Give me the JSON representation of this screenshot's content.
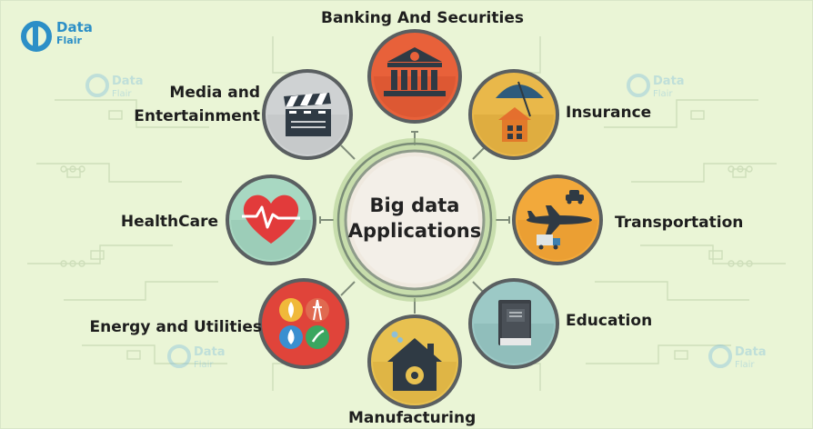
{
  "logo": {
    "line1": "Data",
    "line2": "Flair"
  },
  "watermark": {
    "line1": "Data",
    "line2": "Flair"
  },
  "center": {
    "line1": "Big data",
    "line2": "Applications"
  },
  "labels": {
    "banking": "Banking And Securities",
    "insurance": "Insurance",
    "transportation": "Transportation",
    "education": "Education",
    "manufacturing": "Manufacturing",
    "energy": "Energy and Utilities",
    "healthcare": "HealthCare",
    "media_line1": "Media and",
    "media_line2": "Entertainment"
  },
  "colors": {
    "background": "#eaf5d6",
    "banking": "#e8613a",
    "insurance": "#e9b84a",
    "transportation": "#f2a93b",
    "education": "#9cc9c6",
    "manufacturing": "#e8c150",
    "energy": "#e0443a",
    "healthcare": "#a8d8c2",
    "media": "#cfd2d3",
    "accent_blue": "#2c8fc7"
  }
}
